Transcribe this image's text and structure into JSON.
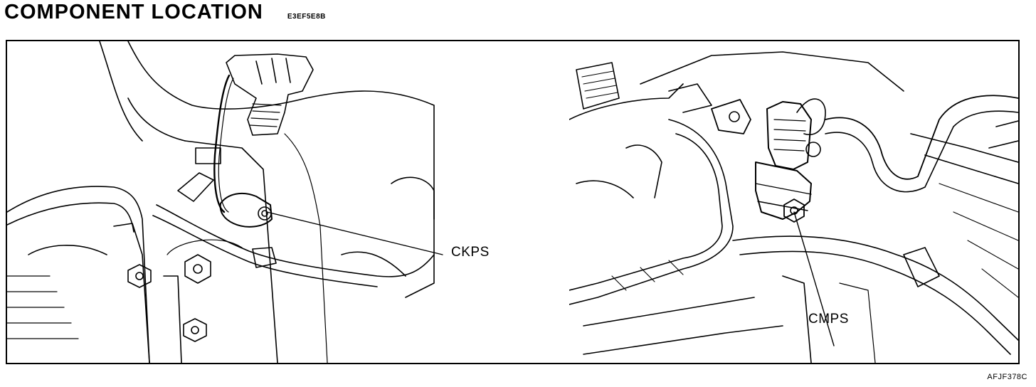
{
  "header": {
    "title": "COMPONENT LOCATION",
    "doc_code": "E3EF5E8B"
  },
  "figure": {
    "left_panel": {
      "callout": "CKPS",
      "illustration": "engine-bay-crankshaft-position-sensor"
    },
    "right_panel": {
      "callout": "CMPS",
      "illustration": "engine-bay-camshaft-position-sensor"
    },
    "figure_code": "AFJF378C"
  },
  "colors": {
    "ink": "#000000",
    "paper": "#ffffff"
  }
}
